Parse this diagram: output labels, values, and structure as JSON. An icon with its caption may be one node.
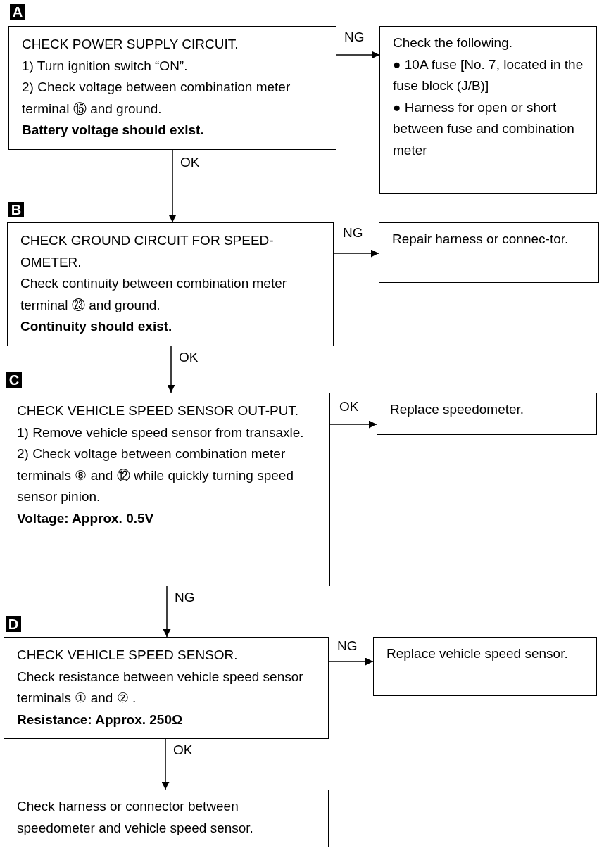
{
  "diagram": {
    "nodes": [
      {
        "text": [
          "CHECK POWER SUPPLY CIRCUIT.",
          "1) Turn ignition switch “ON”.",
          "2) Check voltage between combination meter terminal ⑮ and ground.",
          "**Battery voltage should exist.**"
        ],
        "beside": [
          "A"
        ]
      },
      {
        "text": [
          "Check the following.",
          "● 10A fuse [No. 7, located in the fuse block (J/B)]",
          "● Harness for open or short between fuse and combination meter"
        ]
      },
      {
        "text": [
          "CHECK GROUND CIRCUIT FOR SPEED-OMETER.",
          "Check continuity between combination meter terminal ㉓ and ground.",
          "**Continuity should exist.**"
        ],
        "beside": [
          "B"
        ]
      },
      {
        "text": [
          "Repair harness or connec-tor."
        ]
      },
      {
        "text": [
          "CHECK VEHICLE SPEED SENSOR OUT-PUT.",
          "1) Remove vehicle speed sensor from transaxle.",
          "2) Check voltage between combination meter terminals ⑧ and ⑫ while quickly turning speed sensor pinion.",
          "**Voltage: Approx. 0.5V**"
        ],
        "beside": [
          "C"
        ]
      },
      {
        "text": [
          "Replace speedometer."
        ]
      },
      {
        "text": [
          "CHECK VEHICLE SPEED SENSOR.",
          "Check resistance between vehicle speed sensor terminals ① and ② .",
          "**Resistance: Approx. 250Ω**"
        ],
        "beside": [
          "D"
        ]
      },
      {
        "text": [
          "Replace vehicle speed sensor."
        ]
      },
      {
        "text": [
          "Check harness or connector between speedometer and vehicle speed sensor."
        ]
      }
    ],
    "edges": [
      {
        "from": 0,
        "to": 1,
        "arrow": "to",
        "label": "NG"
      },
      {
        "from": 0,
        "to": 2,
        "arrow": "to",
        "label": "OK"
      },
      {
        "from": 2,
        "to": 3,
        "arrow": "to",
        "label": "NG"
      },
      {
        "from": 2,
        "to": 4,
        "arrow": "to",
        "label": "OK"
      },
      {
        "from": 4,
        "to": 5,
        "arrow": "to",
        "label": "OK"
      },
      {
        "from": 4,
        "to": 6,
        "arrow": "to",
        "label": "NG"
      },
      {
        "from": 6,
        "to": 7,
        "arrow": "to",
        "label": "NG"
      },
      {
        "from": 6,
        "to": 8,
        "arrow": "to",
        "label": "OK"
      }
    ]
  }
}
